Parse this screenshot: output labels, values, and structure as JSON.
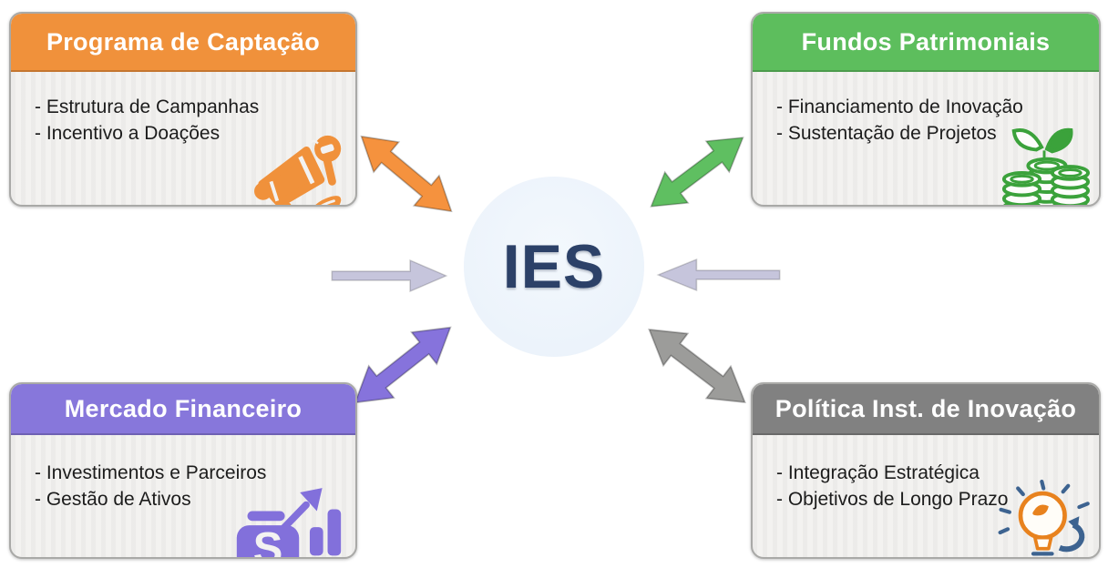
{
  "center": {
    "label": "IES",
    "bg_color": "#EDF3FB",
    "text_color": "#2C4168"
  },
  "nodes": {
    "top_left": {
      "title": "Programa de Captação",
      "items": [
        "- Estrutura de Campanhas",
        "- Incentivo a Doações"
      ],
      "color": "#F0913B",
      "icon": "megaphone-donation-icon"
    },
    "top_right": {
      "title": "Fundos Patrimoniais",
      "items": [
        "- Financiamento de Inovação",
        "- Sustentação de Projetos"
      ],
      "color": "#5DBE5D",
      "icon": "coin-stack-plant-icon"
    },
    "bottom_left": {
      "title": "Mercado Financeiro",
      "items": [
        "- Investimentos e Parceiros",
        "- Gestão de Ativos"
      ],
      "color": "#8777DB",
      "icon": "money-bag-growth-chart-icon"
    },
    "bottom_right": {
      "title": "Política Inst. de Inovação",
      "items": [
        "- Integração Estratégica",
        "- Objetivos de Longo Prazo"
      ],
      "color": "#818181",
      "icon": "lightbulb-cycle-icon"
    }
  },
  "arrows": {
    "top_left": {
      "color": "#F5923E",
      "type": "double",
      "connects": "Programa de Captação ↔ IES"
    },
    "top_right": {
      "color": "#5FBF61",
      "type": "double",
      "connects": "Fundos Patrimoniais ↔ IES"
    },
    "bottom_left": {
      "color": "#8673DC",
      "type": "double",
      "connects": "Mercado Financeiro ↔ IES"
    },
    "bottom_right": {
      "color": "#9C9C9A",
      "type": "double",
      "connects": "Política Inst. de Inovação ↔ IES"
    },
    "left": {
      "color": "#C6C5DC",
      "type": "single",
      "connects": "→ IES (left)"
    },
    "right": {
      "color": "#C6C5DC",
      "type": "single",
      "connects": "→ IES (right)"
    }
  }
}
